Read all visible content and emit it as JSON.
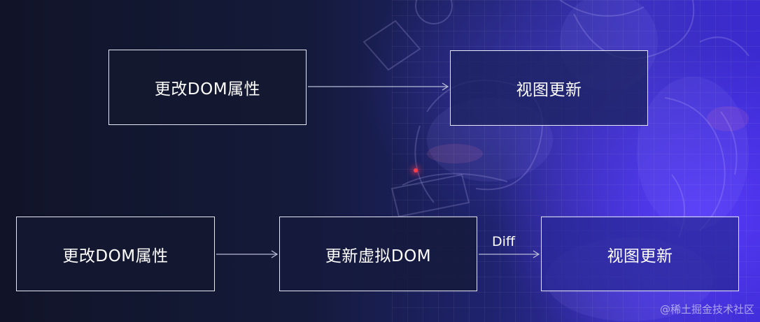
{
  "diagram": {
    "top_row": {
      "source_label": "更改DOM属性",
      "target_label": "视图更新"
    },
    "bottom_row": {
      "source_label": "更改DOM属性",
      "middle_label": "更新虚拟DOM",
      "target_label": "视图更新",
      "diff_label": "Diff"
    }
  },
  "watermark": "@稀土掘金技术社区",
  "colors": {
    "box_border": "#e6e8f5",
    "arrow": "#b7bcd6",
    "accent_blue": "#3b2ad0",
    "background_dark": "#121733",
    "red_dot": "#ff3b4a"
  }
}
